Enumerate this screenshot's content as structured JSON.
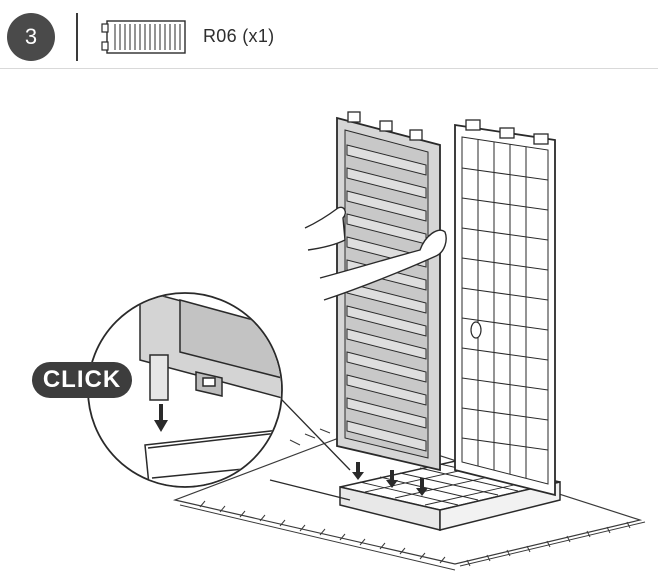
{
  "step": {
    "number": "3",
    "part_code": "R06 (x1)"
  },
  "callout": {
    "text": "CLICK"
  },
  "icons": {
    "part": "slatted-panel-icon",
    "action": "down-arrow-icon"
  },
  "colors": {
    "badge": "#4a4a4a",
    "panel_fill": "#cfcfcf",
    "outline": "#2a2a2a"
  }
}
